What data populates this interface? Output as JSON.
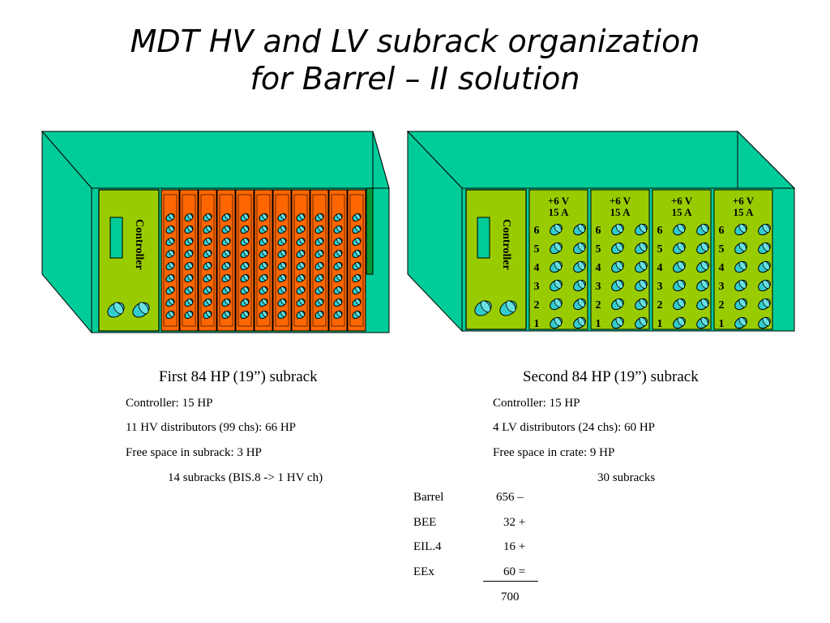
{
  "title": {
    "line1": "MDT HV and LV subrack organization",
    "line2": "for Barrel – II solution"
  },
  "colors": {
    "crate": "#00CC99",
    "panel": "#99CC00",
    "hv_card": "#FF6600",
    "connector": "#33CCCC"
  },
  "subrack1": {
    "controller_label": "Controller",
    "caption": "First 84 HP (19”) subrack",
    "hv_card_count": 11,
    "details": [
      "Controller: 15 HP",
      "11 HV distributors (99 chs): 66 HP",
      "Free space in subrack: 3 HP"
    ],
    "summary": "14 subracks (BIS.8 -> 1 HV ch)"
  },
  "subrack2": {
    "controller_label": "Controller",
    "caption": "Second 84 HP (19”) subrack",
    "lv_card_count": 4,
    "lv_card": {
      "voltage": "+6 V",
      "current": "15 A",
      "channels": [
        "6",
        "5",
        "4",
        "3",
        "2",
        "1"
      ]
    },
    "details": [
      "Controller: 15 HP",
      "4 LV distributors (24 chs): 60 HP",
      "Free space in crate: 9 HP"
    ],
    "summary": "30 subracks"
  },
  "tally": {
    "rows": [
      {
        "label": "Barrel",
        "value": "656 –"
      },
      {
        "label": "BEE",
        "value": "32 +"
      },
      {
        "label": "EIL.4",
        "value": "16 +"
      },
      {
        "label": "EEx",
        "value": "60 ="
      }
    ],
    "total": "700"
  }
}
